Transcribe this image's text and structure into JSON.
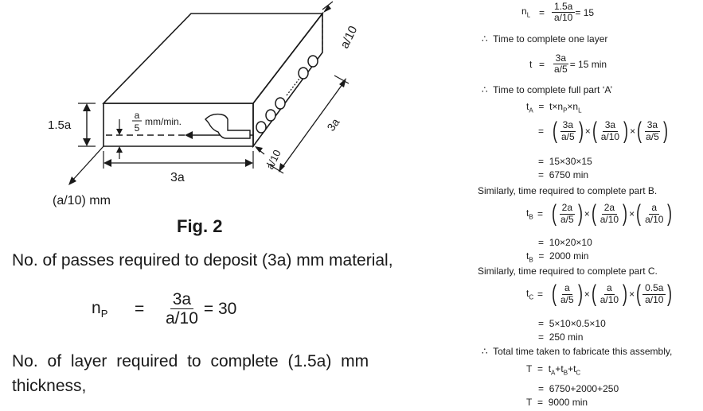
{
  "figure": {
    "caption": "Fig. 2",
    "labels": {
      "top_right": "a/10",
      "height": "1.5a",
      "feed_num": "a",
      "feed_den": "5",
      "feed_unit": "mm/min.",
      "length_bottom": "3a",
      "length_right": "3a",
      "bottom_right": "a/10",
      "layer_thickness": "(a/10) mm"
    }
  },
  "left_text": {
    "passes_text": "No. of passes required to deposit (3a) mm material,",
    "np_lhs": "n",
    "np_sub": "P",
    "np_eq": "=",
    "np_num": "3a",
    "np_den": "a/10",
    "np_result": "= 30",
    "layers_text_1": "No. of layer required to complete (1.5a) mm",
    "layers_text_2": "thickness,"
  },
  "right_text": {
    "nl_lhs": "n",
    "nl_sub": "L",
    "nl_eq": "=",
    "nl_num": "1.5a",
    "nl_den": "a/10",
    "nl_result": "= 15",
    "therefore": "∴",
    "one_layer_text": "Time to complete one layer",
    "t_lhs": "t",
    "t_eq": "=",
    "t_num": "3a",
    "t_den": "a/5",
    "t_result": "= 15 min",
    "full_part_text": "Time to complete full part ‘A’",
    "ta_lhs": "t",
    "ta_sub": "A",
    "ta_eq": "=",
    "ta_expr_1": "t×n",
    "ta_sub_p": "P",
    "ta_expr_2": "×n",
    "ta_sub_l": "L",
    "eq": "=",
    "times": "×",
    "ta_f1_num": "3a",
    "ta_f1_den": "a/5",
    "ta_f2_num": "3a",
    "ta_f2_den": "a/10",
    "ta_f3_num": "3a",
    "ta_f3_den": "a/5",
    "ta_line2": "15×30×15",
    "ta_line3": "6750 min",
    "part_b_text": "Similarly, time required to complete part B.",
    "tb_lhs": "t",
    "tb_sub": "B",
    "tb_f1_num": "2a",
    "tb_f1_den": "a/5",
    "tb_f2_num": "2a",
    "tb_f2_den": "a/10",
    "tb_f3_num": "a",
    "tb_f3_den": "a/10",
    "tb_line2": "10×20×10",
    "tb_line3": "2000 min",
    "part_c_text": "Similarly, time required to complete part C.",
    "tc_lhs": "t",
    "tc_sub": "C",
    "tc_f1_num": "a",
    "tc_f1_den": "a/5",
    "tc_f2_num": "a",
    "tc_f2_den": "a/10",
    "tc_f3_num": "0.5a",
    "tc_f3_den": "a/10",
    "tc_line2": "5×10×0.5×10",
    "tc_line3": "250 min",
    "total_text": "Total time taken to fabricate this assembly,",
    "T_lhs": "T",
    "T_expr_1": "t",
    "T_sub_a": "A",
    "T_plus1": "+t",
    "T_sub_b": "B",
    "T_plus2": "+t",
    "T_sub_c": "C",
    "T_line2": "6750+2000+250",
    "T_line3": "9000 min"
  }
}
